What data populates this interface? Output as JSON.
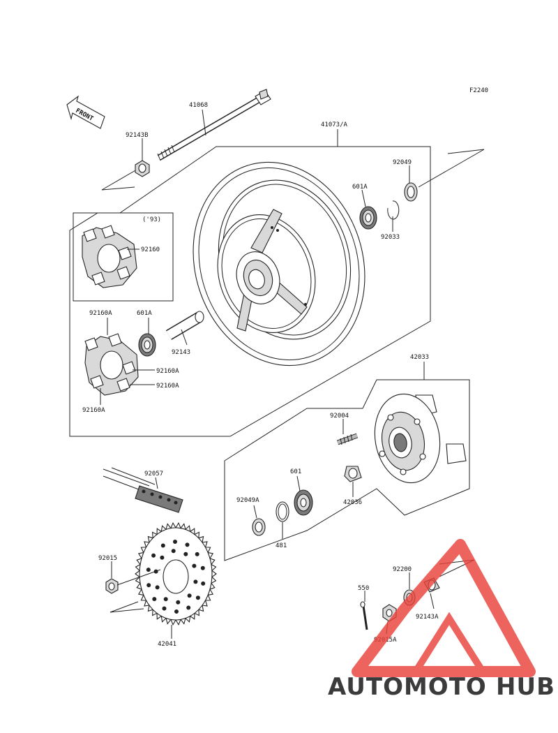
{
  "figure_code": "F2240",
  "front_label": "FRONT",
  "part_labels": {
    "axle": "41068",
    "axle_nut": "92143B",
    "wheel": "41073/A",
    "collar_right": "92049",
    "bearing_right": "601A",
    "circlip": "92033",
    "year_note": "('93)",
    "damper_93": "92160",
    "damper_a_top": "92160A",
    "bearing_left": "601A",
    "spacer": "92143",
    "damper_a_1": "92160A",
    "damper_a_2": "92160A",
    "damper_a_bottom": "92160A",
    "coupling": "42033",
    "stud": "92004",
    "chain": "92057",
    "bearing_coupling": "601",
    "collar_coupling": "92049A",
    "sleeve": "42036",
    "oring": "481",
    "sprocket_nut": "92015",
    "sprocket": "42041",
    "washer": "92200",
    "cotter_pin": "550",
    "nut_a": "92015A",
    "collar_a": "92143A"
  },
  "watermark": {
    "text_light": "AUTOMOTO",
    "text_dark": "HUB",
    "color_light": "#f2b24a",
    "color_dark": "#8a8a8a",
    "triangle_color": "#e8433a"
  }
}
